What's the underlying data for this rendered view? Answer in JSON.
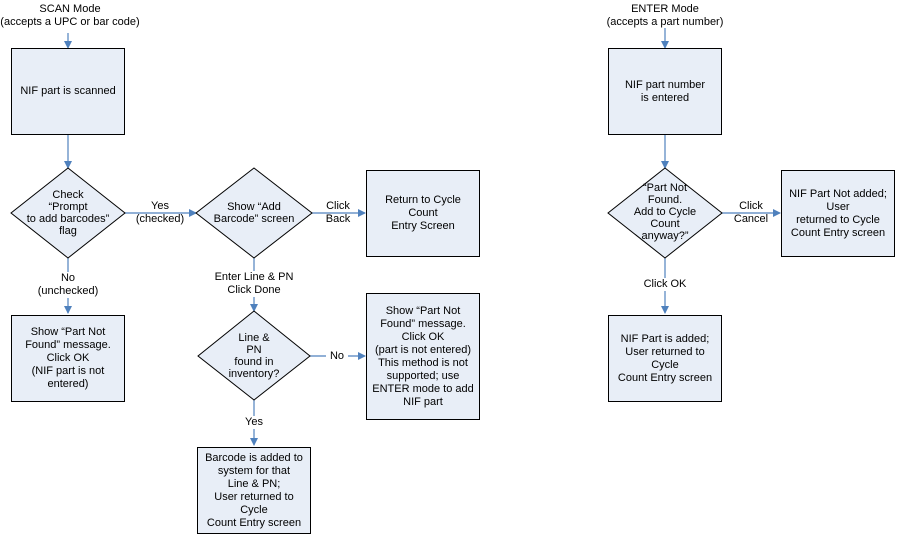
{
  "scan": {
    "heading": "SCAN Mode\n(accepts a UPC or bar code)",
    "scanned": "NIF part is scanned",
    "check_flag": "Check\n“Prompt\nto add barcodes”\nflag",
    "yes_checked": "Yes\n(checked)",
    "no_unchecked": "No\n(unchecked)",
    "not_found_msg": "Show “Part Not\nFound” message.\nClick OK\n(NIF part is not\nentered)",
    "show_add_barcode": "Show “Add\nBarcode” screen",
    "click_back": "Click\nBack",
    "return_cycle": "Return to Cycle Count\nEntry Screen",
    "enter_line_pn": "Enter Line & PN\nClick Done",
    "line_pn_found": "Line &\nPN\nfound in\ninventory?",
    "no": "No",
    "not_found_enter": "Show “Part Not\nFound” message.\nClick OK\n(part is not entered)\nThis method is not\nsupported; use\nENTER mode to add\nNIF part",
    "yes": "Yes",
    "barcode_added": "Barcode is added to\nsystem for that\nLine & PN;\nUser returned to Cycle\nCount Entry screen"
  },
  "enter": {
    "heading": "ENTER Mode\n(accepts a part number)",
    "entered": "NIF part number\nis entered",
    "not_found_q": "“Part Not\nFound.\nAdd to Cycle Count\nanyway?”",
    "click_cancel": "Click\nCancel",
    "not_added": "NIF Part Not added;\nUser\nreturned to Cycle\nCount Entry screen",
    "click_ok": "Click OK",
    "added": "NIF Part is added;\nUser returned to Cycle\nCount Entry screen"
  },
  "colors": {
    "box_fill": "#e8eef7",
    "arrow": "#4f81bd",
    "border": "#000000"
  }
}
